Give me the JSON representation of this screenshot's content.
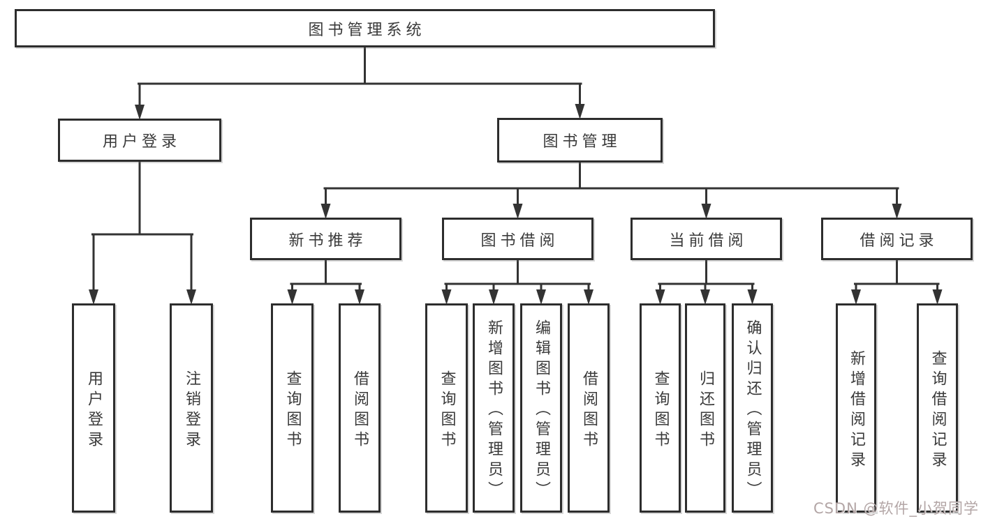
{
  "diagram": {
    "watermark": "CSDN @软件_小贺同学",
    "colors": {
      "line": "#333333",
      "border": "#2d2d2d",
      "text": "#3a3a3a",
      "watermark": "#b3a6a6"
    },
    "tree": {
      "label": "图书管理系统",
      "children": [
        {
          "label": "用户登录",
          "children": [
            {
              "label": "用户登录"
            },
            {
              "label": "注销登录"
            }
          ]
        },
        {
          "label": "图书管理",
          "children": [
            {
              "label": "新书推荐",
              "children": [
                {
                  "label": "查询图书"
                },
                {
                  "label": "借阅图书"
                }
              ]
            },
            {
              "label": "图书借阅",
              "children": [
                {
                  "label": "查询图书"
                },
                {
                  "label": "新增图书（管理员）"
                },
                {
                  "label": "编辑图书（管理员）"
                },
                {
                  "label": "借阅图书"
                }
              ]
            },
            {
              "label": "当前借阅",
              "children": [
                {
                  "label": "查询图书"
                },
                {
                  "label": "归还图书"
                },
                {
                  "label": "确认归还（管理员）"
                }
              ]
            },
            {
              "label": "借阅记录",
              "children": [
                {
                  "label": "新增借阅记录"
                },
                {
                  "label": "查询借阅记录"
                }
              ]
            }
          ]
        }
      ]
    }
  }
}
